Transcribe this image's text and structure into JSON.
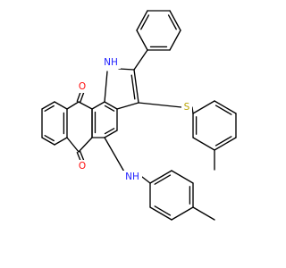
{
  "molecule": {
    "atom_labels": {
      "nh": "NH",
      "ketone_o_top": "O",
      "ketone_o_bottom": "O",
      "thioether_s": "S",
      "amine_nh": "NH"
    },
    "colors": {
      "carbon_bond": "#000000",
      "nitrogen": "#1f1fff",
      "oxygen": "#ff0d0d",
      "sulfur": "#b8a200",
      "background": "#ffffff"
    }
  }
}
